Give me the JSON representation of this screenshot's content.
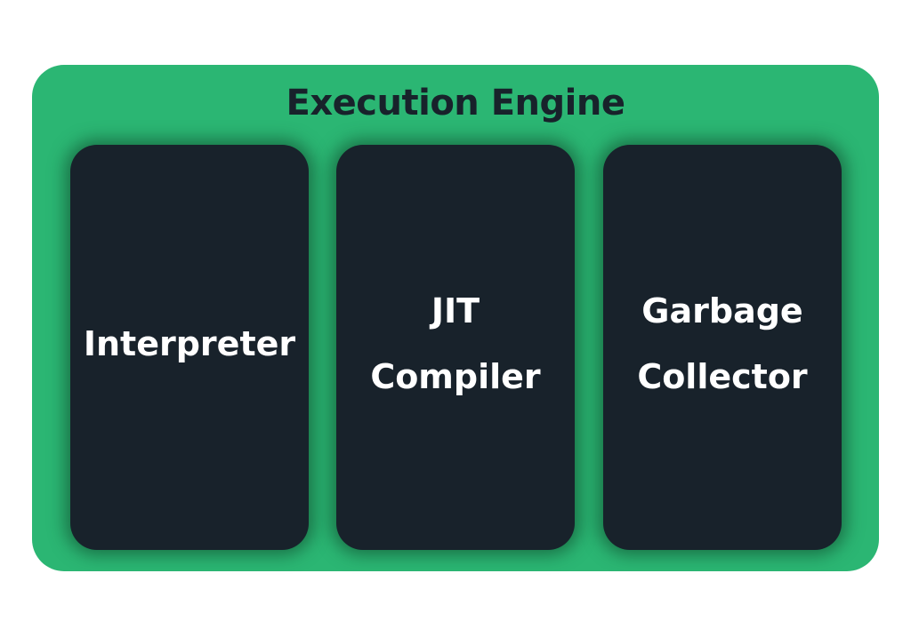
{
  "engine": {
    "title": "Execution Engine",
    "color": "#2bb673"
  },
  "components": [
    {
      "lines": [
        "Interpreter"
      ]
    },
    {
      "lines": [
        "JIT",
        "Compiler"
      ]
    },
    {
      "lines": [
        "Garbage",
        "Collector"
      ]
    }
  ],
  "colors": {
    "card": "#18222b",
    "card_text": "#ffffff",
    "title_text": "#18222b"
  }
}
